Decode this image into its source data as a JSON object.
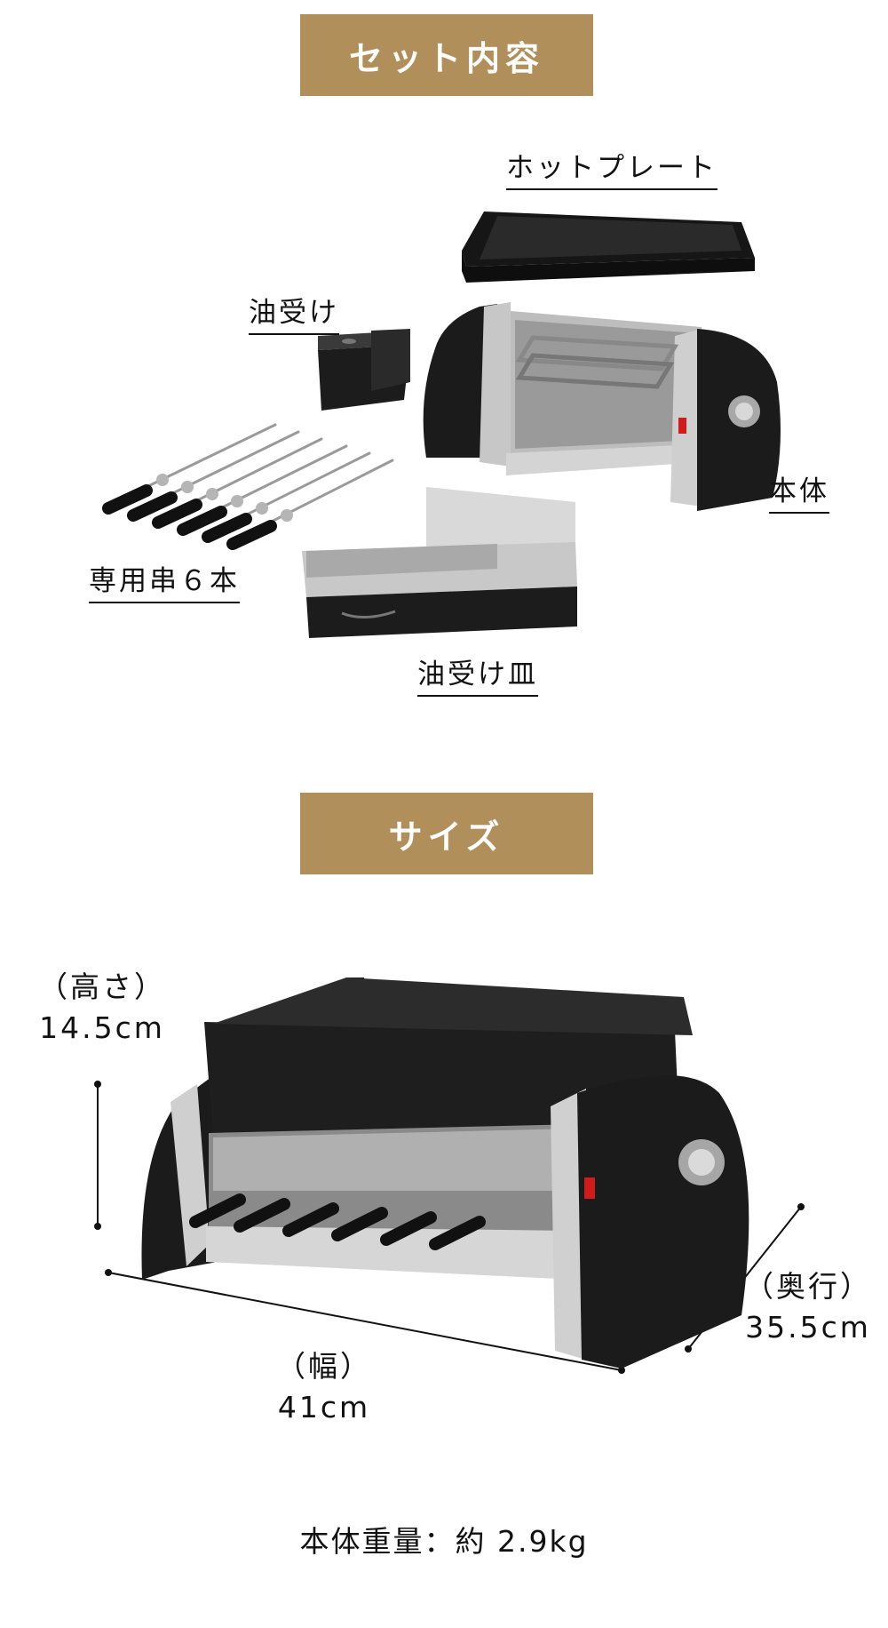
{
  "banners": {
    "set_contents": "セット内容",
    "size": "サイズ"
  },
  "parts": {
    "hot_plate": "ホットプレート",
    "oil_cup": "油受け",
    "main_body": "本体",
    "skewers": "専用串６本",
    "oil_tray": "油受け皿"
  },
  "dimensions": {
    "height_label": "（高さ）",
    "height_value": "14.5cm",
    "depth_label": "（奥行）",
    "depth_value": "35.5cm",
    "width_label": "（幅）",
    "width_value": "41cm"
  },
  "weight": "本体重量：約 2.9kg",
  "colors": {
    "banner": "#b08f5a",
    "body": "#1b1b1b",
    "chrome": "#c9c9c9",
    "switch": "#d11a1a"
  }
}
